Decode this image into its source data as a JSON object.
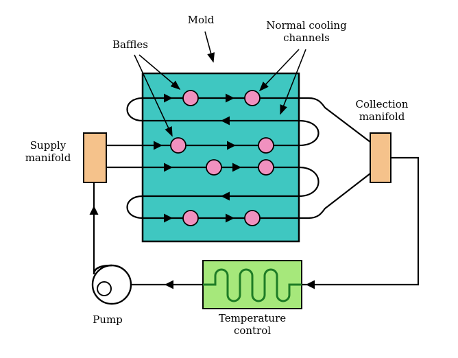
{
  "labels": {
    "mold": "Mold",
    "baffles": "Baffles",
    "normal_cooling_line1": "Normal cooling",
    "normal_cooling_line2": "channels",
    "supply_manifold_line1": "Supply",
    "supply_manifold_line2": "manifold",
    "collection_manifold_line1": "Collection",
    "collection_manifold_line2": "manifold",
    "pump": "Pump",
    "temperature_control_line1": "Temperature",
    "temperature_control_line2": "control"
  },
  "colors": {
    "background": "#ffffff",
    "mold_fill": "#3fc7c1",
    "baffle_fill": "#f091bf",
    "manifold_fill": "#f5c28b",
    "temp_control_fill": "#a6e87b",
    "coil_stroke": "#1e7c26",
    "line_color": "#000000"
  }
}
